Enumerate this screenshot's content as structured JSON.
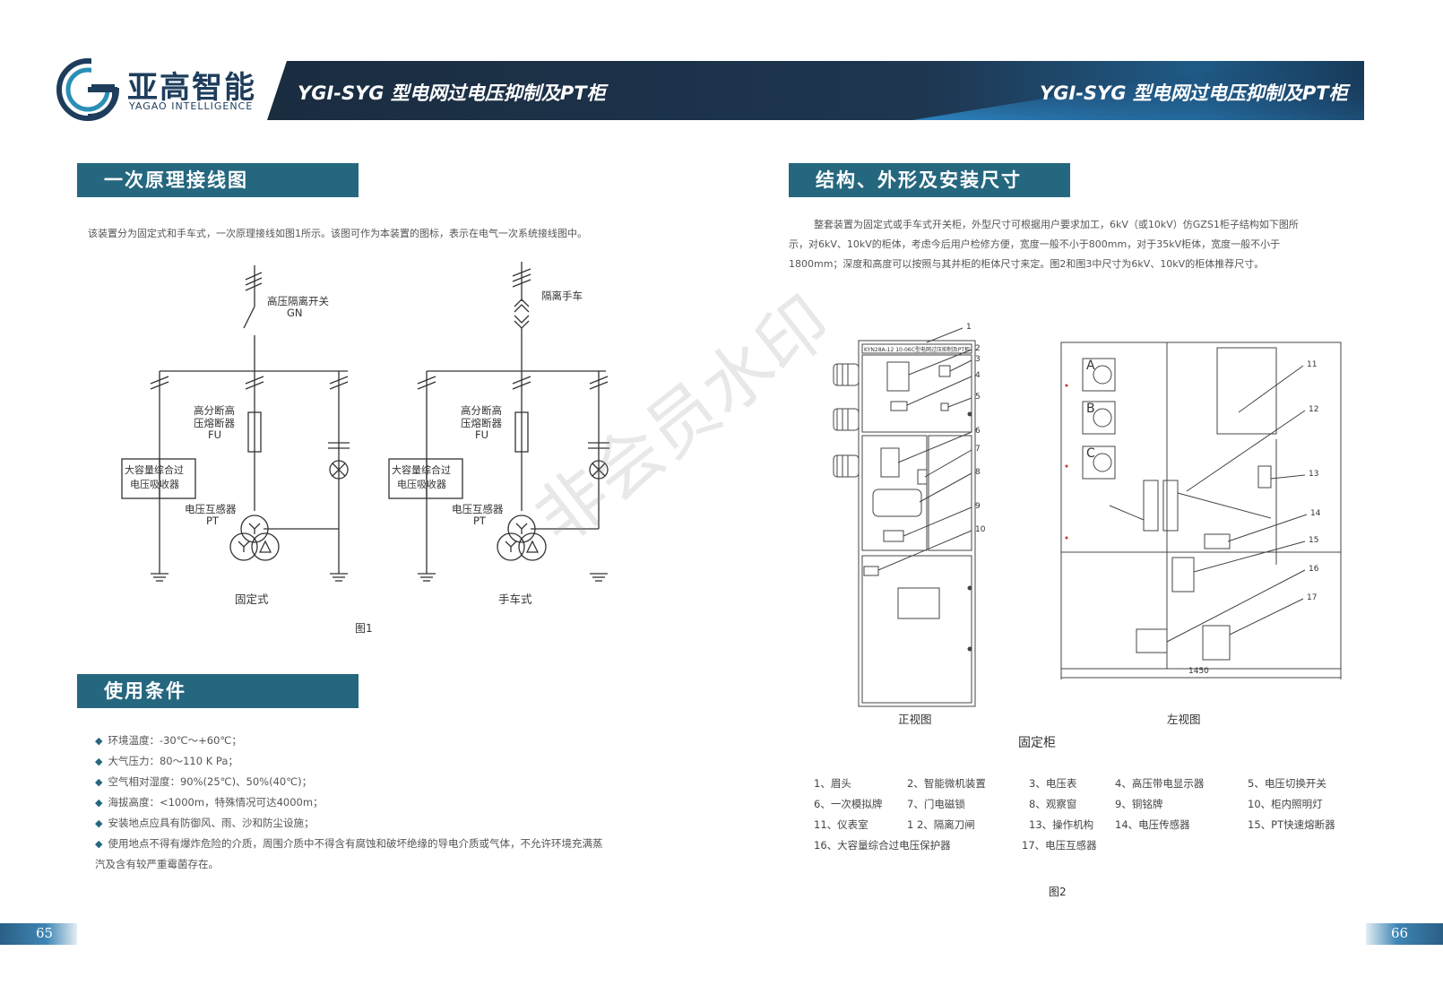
{
  "header": {
    "brand_cn": "亚高智能",
    "brand_en": "YAGAO INTELLIGENCE",
    "title_left": "YGI-SYG 型电网过电压抑制及PT柜",
    "title_right": "YGI-SYG 型电网过电压抑制及PT柜"
  },
  "left": {
    "section1_title": "一次原理接线图",
    "section1_text": "该装置分为固定式和手车式，一次原理接线如图1所示。该图可作为本装置的图标，表示在电气一次系统接线图中。",
    "diagram": {
      "switch_label": "高压隔离开关",
      "switch_code": "GN",
      "handcart_label": "隔离手车",
      "fuse_label_1": "高分断高",
      "fuse_label_2": "压熔断器",
      "fuse_code": "FU",
      "absorber_1": "大容量综合过",
      "absorber_2": "电压吸收器",
      "pt_label": "电压互感器",
      "pt_code": "PT",
      "fixed_caption": "固定式",
      "handcart_caption": "手车式",
      "figure_caption": "图1"
    },
    "section2_title": "使用条件",
    "conditions": [
      "环境温度：-30℃～+60℃；",
      "大气压力：80～110 K Pa；",
      "空气相对湿度：90%(25℃)、50%(40℃)；",
      "海拔高度：<1000m，特殊情况可达4000m；",
      "安装地点应具有防御风、雨、沙和防尘设施；",
      "使用地点不得有爆炸危险的介质，周围介质中不得含有腐蚀和破坏绝缘的导电介质或气体，不允许环境充满蒸"
    ],
    "conditions_cont": "汽及含有较严重霉菌存在。"
  },
  "right": {
    "section_title": "结构、外形及安装尺寸",
    "text_line1": "整套装置为固定式或手车式开关柜，外型尺寸可根据用户要求加工，6kV（或10kV）仿GZS1柜子结构如下图所",
    "text_line2": "示，对6kV、10kV的柜体，考虑今后用户检修方便，宽度一般不小于800mm，对于35kV柜体，宽度一般不小于",
    "text_line3": "1800mm；深度和高度可以按照与其并柜的柜体尺寸来定。图2和图3中尺寸为6kV、10kV的柜体推荐尺寸。",
    "front_caption": "正视图",
    "side_caption": "左视图",
    "cabinet_caption": "固定柜",
    "dimension": "1450",
    "plate_text": "KYN28A-12 10-06C型电网过压抑制及PT柜",
    "phase_a": "A",
    "phase_b": "B",
    "phase_c": "C",
    "callouts_front": [
      "1",
      "2",
      "3",
      "4",
      "5",
      "6",
      "7",
      "8",
      "9",
      "10"
    ],
    "callouts_side": [
      "11",
      "12",
      "13",
      "14",
      "15",
      "16",
      "17"
    ],
    "legend_rows": [
      [
        "1、眉头",
        "2、智能微机装置",
        "3、电压表",
        "4、高压带电显示器",
        "5、电压切换开关"
      ],
      [
        "6、一次模拟牌",
        "7、门电磁锁",
        "8、观察窗",
        "9、铜铭牌",
        "10、柜内照明灯"
      ],
      [
        "11、仪表室",
        "1 2、隔离刀闸",
        "13、操作机构",
        "14、电压传感器",
        "15、PT快速熔断器"
      ],
      [
        "16、大容量综合过电压保护器",
        "",
        "17、电压互感器",
        "",
        ""
      ]
    ],
    "figure_caption": "图2"
  },
  "watermark": "非会员水印",
  "page_left": "65",
  "page_right": "66",
  "colors": {
    "teal": "#25677e",
    "navy": "#1e3d5c",
    "banner_dark": "#1b2f45"
  }
}
